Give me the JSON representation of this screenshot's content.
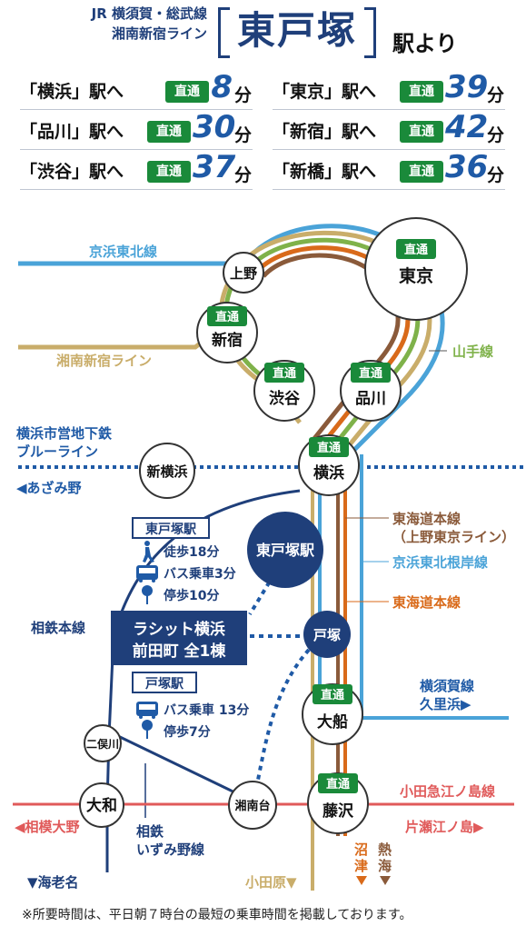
{
  "header": {
    "lines_1": "JR 横須賀・総武線",
    "lines_2": "湘南新宿ライン",
    "station": "東戸塚",
    "from": "駅より"
  },
  "times": [
    {
      "dest": "「横浜」駅へ",
      "badge": "直通",
      "mins": "8",
      "unit": "分"
    },
    {
      "dest": "「東京」駅へ",
      "badge": "直通",
      "mins": "39",
      "unit": "分"
    },
    {
      "dest": "「品川」駅へ",
      "badge": "直通",
      "mins": "30",
      "unit": "分"
    },
    {
      "dest": "「新宿」駅へ",
      "badge": "直通",
      "mins": "42",
      "unit": "分"
    },
    {
      "dest": "「渋谷」駅へ",
      "badge": "直通",
      "mins": "37",
      "unit": "分"
    },
    {
      "dest": "「新橋」駅へ",
      "badge": "直通",
      "mins": "36",
      "unit": "分"
    }
  ],
  "map": {
    "stations": {
      "ueno": "上野",
      "tokyo": "東京",
      "shinjuku": "新宿",
      "shibuya": "渋谷",
      "shinagawa": "品川",
      "shinyokohama": "新横浜",
      "yokohama": "横浜",
      "higashitotsuka": "東戸塚駅",
      "totsuka": "戸塚",
      "ofuna": "大船",
      "futamatagawa": "二俣川",
      "yamato": "大和",
      "shonandai": "湘南台",
      "fujisawa": "藤沢"
    },
    "direct_badge": "直通",
    "line_labels": {
      "keihin_tohoku": "京浜東北線",
      "shonan_shinjuku": "湘南新宿ライン",
      "yamanote": "山手線",
      "blue_line_1": "横浜市営地下鉄",
      "blue_line_2": "ブルーライン",
      "azamino": "◀あざみ野",
      "sotetsu": "相鉄本線",
      "tokaido_1": "東海道本線",
      "tokaido_2": "（上野東京ライン）",
      "negishi": "京浜東北根岸線",
      "tokaido_main": "東海道本線",
      "yokosuka_1": "横須賀線",
      "yokosuka_2": "久里浜▶",
      "odakyu_enoshima": "小田急江ノ島線",
      "sagami_ono": "◀相模大野",
      "katase": "片瀬江ノ島▶",
      "izumino_1": "相鉄",
      "izumino_2": "いずみ野線",
      "ebina": "▼海老名",
      "odawara": "小田原▼",
      "numazu_1": "沼",
      "numazu_2": "津",
      "atami_1": "熱",
      "atami_2": "海"
    },
    "access": {
      "ht_title": "東戸塚駅",
      "ht_walk": "徒歩18分",
      "ht_bus": "バス乗車3分",
      "ht_stop": "停歩10分",
      "t_title": "戸塚駅",
      "t_bus": "バス乗車 13分",
      "t_stop": "停歩7分"
    },
    "property_1": "ラシット横浜",
    "property_2": "前田町 全1棟"
  },
  "footer": "※所要時間は、平日朝７時台の最短の乗車時間を掲載しております。",
  "colors": {
    "navy": "#1f3f7a",
    "keihin": "#4aa3d8",
    "shonan": "#c9ad6a",
    "yamanote": "#7fb24a",
    "tokaido": "#d96a1a",
    "tokaido_brown": "#8a5a3a",
    "odakyu": "#e05a5a",
    "badge": "#1a8a3a"
  }
}
